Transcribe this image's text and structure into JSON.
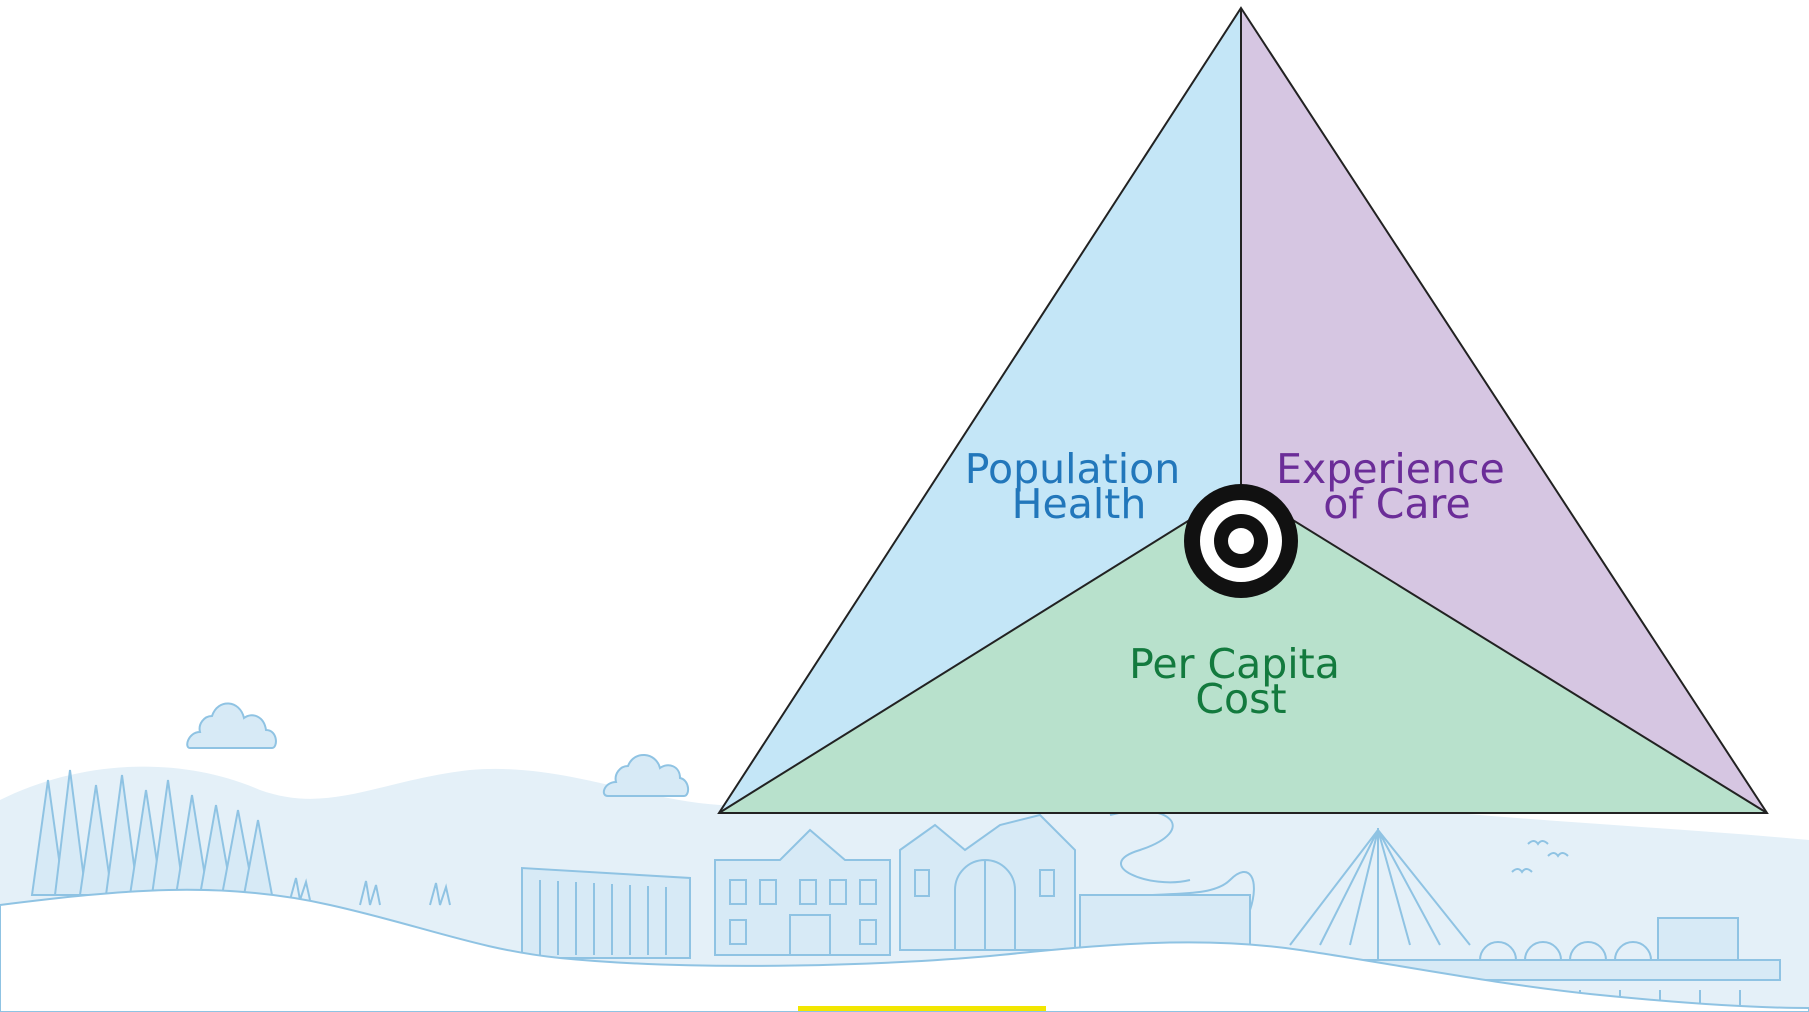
{
  "diagram": {
    "segments": {
      "population_health": {
        "line1": "Population",
        "line2": "Health",
        "fill": "#c4e6f7",
        "text_color": "#2277bb"
      },
      "experience_of_care": {
        "line1": "Experience",
        "line2": "of Care",
        "fill": "#d6c6e2",
        "text_color": "#6b2d98"
      },
      "per_capita_cost": {
        "line1": "Per Capita",
        "line2": "Cost",
        "fill": "#b8e1cc",
        "text_color": "#137a3e"
      }
    },
    "outline_color": "#222222",
    "target_icon": "bullseye-icon"
  },
  "background": {
    "illustration": "town-skyline-illustration",
    "line_color": "#8fc3e3",
    "fill_color": "#d7eaf6",
    "accent_bar_color": "#f2e600"
  }
}
